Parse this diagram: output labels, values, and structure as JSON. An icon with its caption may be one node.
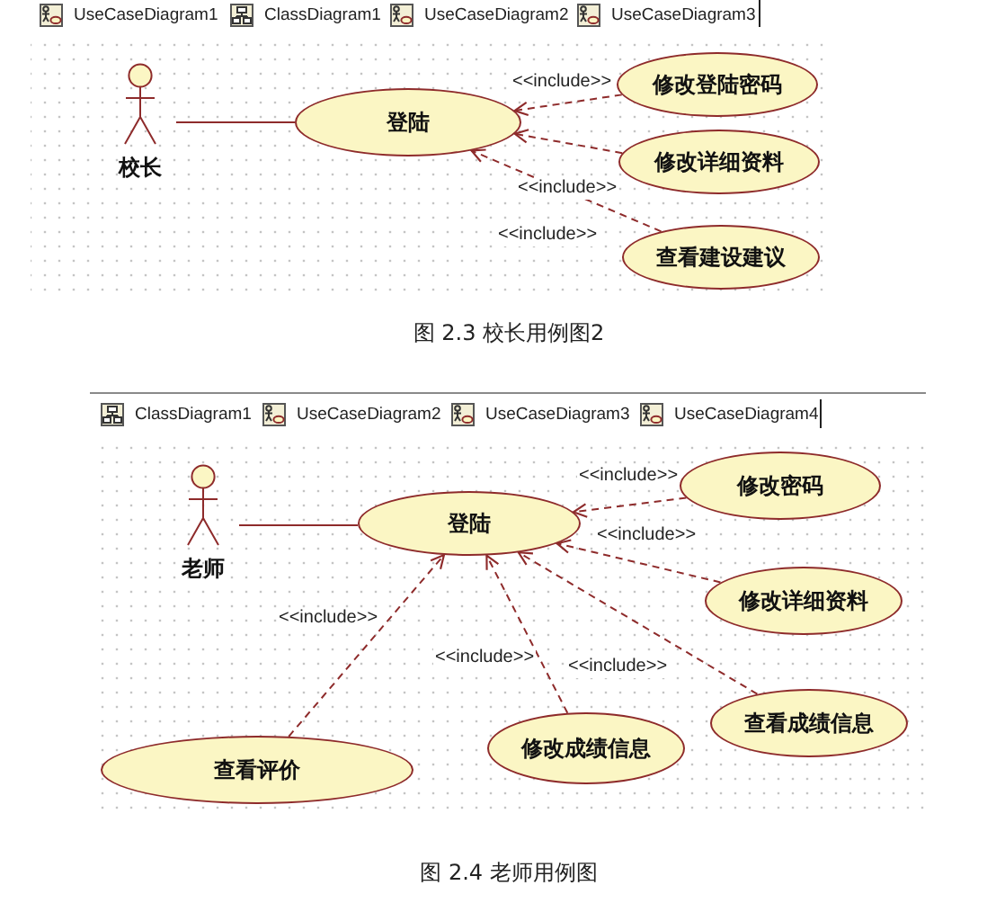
{
  "diagram": {
    "nodes": [
      {
        "text": [
          "校长"
        ]
      },
      {
        "text": [
          "登陆"
        ]
      },
      {
        "text": [
          "修改登陆密码"
        ]
      },
      {
        "text": [
          "修改详细资料"
        ]
      },
      {
        "text": [
          "查看建设建议"
        ]
      },
      {
        "text": [
          "老师"
        ]
      },
      {
        "text": [
          "登陆"
        ]
      },
      {
        "text": [
          "修改密码"
        ]
      },
      {
        "text": [
          "修改详细资料"
        ]
      },
      {
        "text": [
          "查看成绩信息"
        ]
      },
      {
        "text": [
          "修改成绩信息"
        ]
      },
      {
        "text": [
          "查看评价"
        ]
      }
    ],
    "edges": [
      {
        "from": 0,
        "to": 1,
        "arrow": "none"
      },
      {
        "from": 2,
        "to": 1,
        "arrow": "to",
        "label": "<<include>>",
        "style": "dashed"
      },
      {
        "from": 3,
        "to": 1,
        "arrow": "to",
        "label": "<<include>>",
        "style": "dashed"
      },
      {
        "from": 4,
        "to": 1,
        "arrow": "to",
        "label": "<<include>>",
        "style": "dashed"
      },
      {
        "from": 5,
        "to": 6,
        "arrow": "none"
      },
      {
        "from": 7,
        "to": 6,
        "arrow": "to",
        "label": "<<include>>",
        "style": "dashed"
      },
      {
        "from": 8,
        "to": 6,
        "arrow": "to",
        "label": "<<include>>",
        "style": "dashed"
      },
      {
        "from": 9,
        "to": 6,
        "arrow": "to",
        "label": "<<include>>",
        "style": "dashed"
      },
      {
        "from": 10,
        "to": 6,
        "arrow": "to",
        "label": "<<include>>",
        "style": "dashed"
      },
      {
        "from": 11,
        "to": 6,
        "arrow": "to",
        "label": "<<include>>",
        "style": "dashed"
      }
    ],
    "labels": [
      "UseCaseDiagram1",
      "ClassDiagram1",
      "UseCaseDiagram2",
      "UseCaseDiagram3",
      "图 2.3 校长用例图2",
      "ClassDiagram1",
      "UseCaseDiagram2",
      "UseCaseDiagram3",
      "UseCaseDiagram4",
      "图 2.4 老师用例图"
    ]
  }
}
